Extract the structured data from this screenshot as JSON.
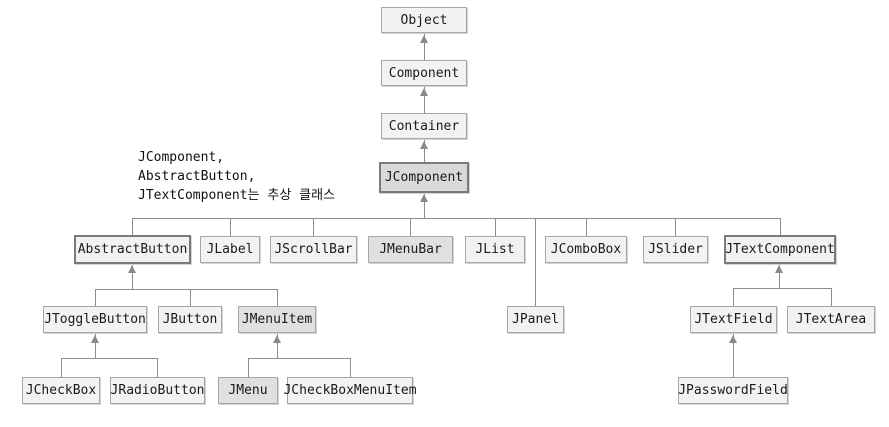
{
  "annotation": {
    "lines": [
      "JComponent,",
      "AbstractButton,",
      "JTextComponent는 추상 클래스"
    ]
  },
  "nodes": {
    "object": {
      "label": "Object"
    },
    "component": {
      "label": "Component"
    },
    "container": {
      "label": "Container"
    },
    "jcomponent": {
      "label": "JComponent",
      "style": "abstract highlighted"
    },
    "abstractbutton": {
      "label": "AbstractButton",
      "style": "abstract"
    },
    "jlabel": {
      "label": "JLabel"
    },
    "jscrollbar": {
      "label": "JScrollBar"
    },
    "jmenubar": {
      "label": "JMenuBar",
      "style": "highlighted"
    },
    "jlist": {
      "label": "JList"
    },
    "jcombobox": {
      "label": "JComboBox"
    },
    "jslider": {
      "label": "JSlider"
    },
    "jtextcomponent": {
      "label": "JTextComponent",
      "style": "abstract"
    },
    "jtogglebutton": {
      "label": "JToggleButton"
    },
    "jbutton": {
      "label": "JButton"
    },
    "jmenuitem": {
      "label": "JMenuItem",
      "style": "highlighted"
    },
    "jpanel": {
      "label": "JPanel"
    },
    "jtextfield": {
      "label": "JTextField"
    },
    "jtextarea": {
      "label": "JTextArea"
    },
    "jcheckbox": {
      "label": "JCheckBox"
    },
    "jradiobutton": {
      "label": "JRadioButton"
    },
    "jmenu": {
      "label": "JMenu",
      "style": "highlighted"
    },
    "jcheckboxmenuitem": {
      "label": "JCheckBoxMenuItem"
    },
    "jpasswordfield": {
      "label": "JPasswordField"
    }
  },
  "colors": {
    "node_fill": "#f2f2f2",
    "highlight_fill": "#e0e0e0",
    "node_border": "#a6a6a6",
    "abstract_border": "#7a7a7a",
    "connector_line": "#8c8c8c",
    "background": "#ffffff"
  }
}
